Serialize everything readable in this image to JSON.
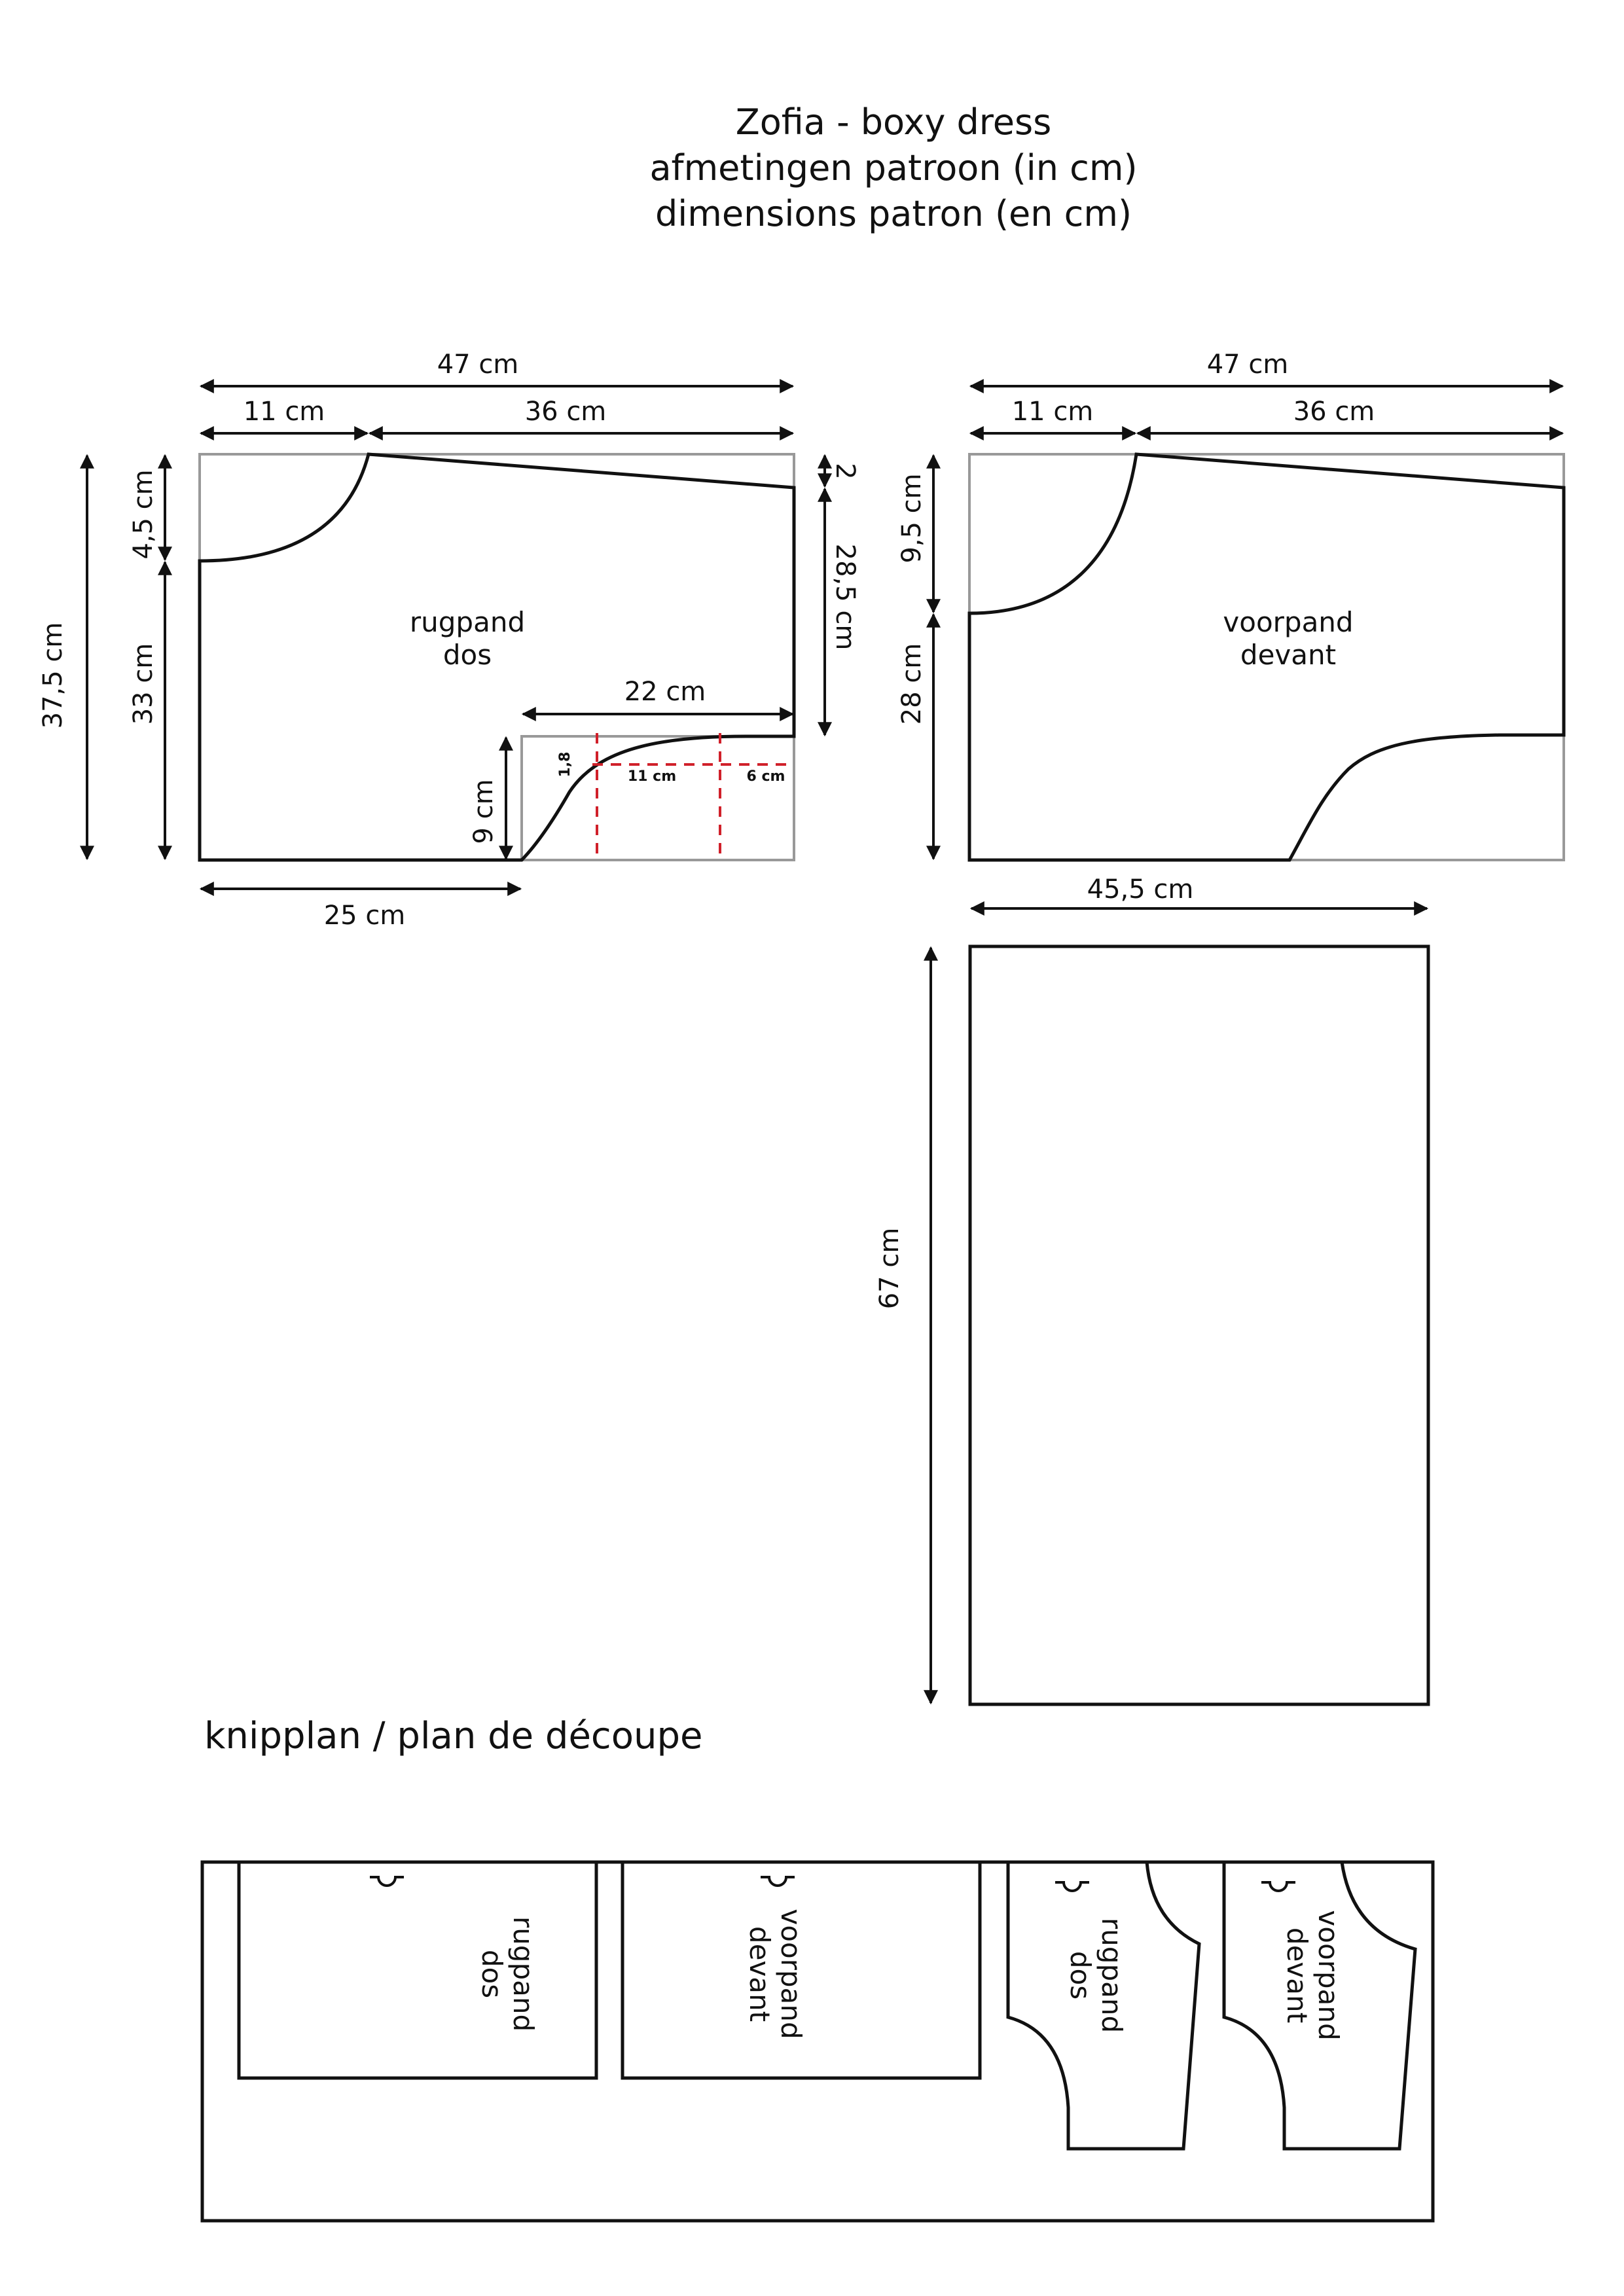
{
  "title": {
    "line1": "Zofia - boxy dress",
    "line2": "afmetingen  patroon (in cm)",
    "line3": "dimensions patron (en cm)"
  },
  "back_piece": {
    "name_nl": "rugpand",
    "name_fr": "dos",
    "width_total": "47 cm",
    "neck_width": "11 cm",
    "shoulder_width": "36 cm",
    "shoulder_drop": "2",
    "side_height": "28,5 cm",
    "total_height": "37,5 cm",
    "neck_depth": "4,5 cm",
    "body_height": "33 cm",
    "armhole_width": "22 cm",
    "armhole_height": "9 cm",
    "armhole_inner": "1,8",
    "armhole_mid": "11 cm",
    "armhole_end": "6 cm",
    "hem_to_armhole": "25 cm"
  },
  "front_piece": {
    "name_nl": "voorpand",
    "name_fr": "devant",
    "width_total": "47 cm",
    "neck_width": "11 cm",
    "shoulder_width": "36 cm",
    "neck_depth": "9,5 cm",
    "body_height": "28 cm"
  },
  "skirt_piece": {
    "width": "45,5 cm",
    "height": "67 cm"
  },
  "cutting_plan": {
    "heading": "knipplan /  plan de découpe",
    "pieces": [
      {
        "line1": "rugpand",
        "line2": "dos"
      },
      {
        "line1": "voorpand",
        "line2": "devant"
      },
      {
        "line1": "rugpand",
        "line2": "dos"
      },
      {
        "line1": "voorpand",
        "line2": "devant"
      }
    ]
  },
  "colors": {
    "ink": "#111111",
    "guide": "#999999",
    "dash": "#d0202a"
  }
}
